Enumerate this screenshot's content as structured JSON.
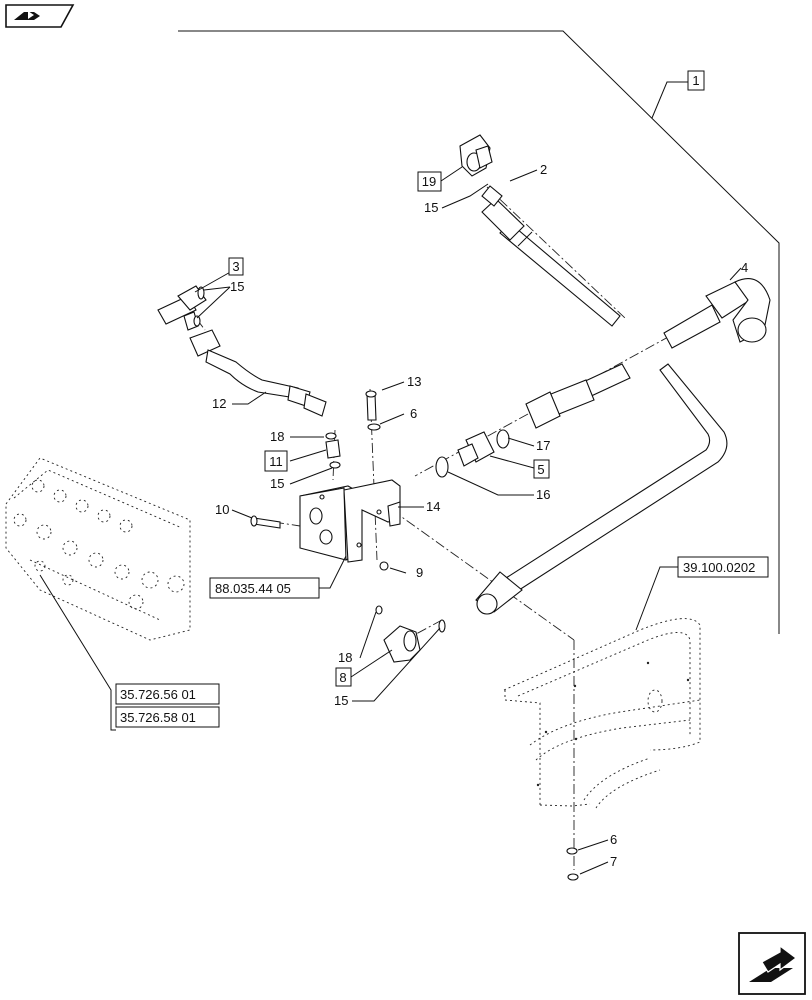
{
  "parts": [
    {
      "id": "p1",
      "num": "1",
      "boxed": true
    },
    {
      "id": "p2",
      "num": "2",
      "boxed": false
    },
    {
      "id": "p3",
      "num": "3",
      "boxed": true
    },
    {
      "id": "p4",
      "num": "4",
      "boxed": false
    },
    {
      "id": "p5",
      "num": "5",
      "boxed": true
    },
    {
      "id": "p6a",
      "num": "6",
      "boxed": false
    },
    {
      "id": "p6b",
      "num": "6",
      "boxed": false
    },
    {
      "id": "p7",
      "num": "7",
      "boxed": false
    },
    {
      "id": "p8",
      "num": "8",
      "boxed": true
    },
    {
      "id": "p9",
      "num": "9",
      "boxed": false
    },
    {
      "id": "p10",
      "num": "10",
      "boxed": false
    },
    {
      "id": "p11",
      "num": "11",
      "boxed": true
    },
    {
      "id": "p12",
      "num": "12",
      "boxed": false
    },
    {
      "id": "p13",
      "num": "13",
      "boxed": false
    },
    {
      "id": "p14",
      "num": "14",
      "boxed": false
    },
    {
      "id": "p15a",
      "num": "15",
      "boxed": false
    },
    {
      "id": "p15b",
      "num": "15",
      "boxed": false
    },
    {
      "id": "p15c",
      "num": "15",
      "boxed": false
    },
    {
      "id": "p15d",
      "num": "15",
      "boxed": false
    },
    {
      "id": "p16",
      "num": "16",
      "boxed": false
    },
    {
      "id": "p17",
      "num": "17",
      "boxed": false
    },
    {
      "id": "p18a",
      "num": "18",
      "boxed": false
    },
    {
      "id": "p18b",
      "num": "18",
      "boxed": false
    },
    {
      "id": "p19",
      "num": "19",
      "boxed": true
    }
  ],
  "references": {
    "ref_88": "88.035.44 05",
    "ref_39": "39.100.0202",
    "ref_35a": "35.726.56 01",
    "ref_35b": "35.726.58 01"
  },
  "icons": {
    "top_left": "previous-page-icon",
    "bottom_right": "next-page-icon"
  }
}
